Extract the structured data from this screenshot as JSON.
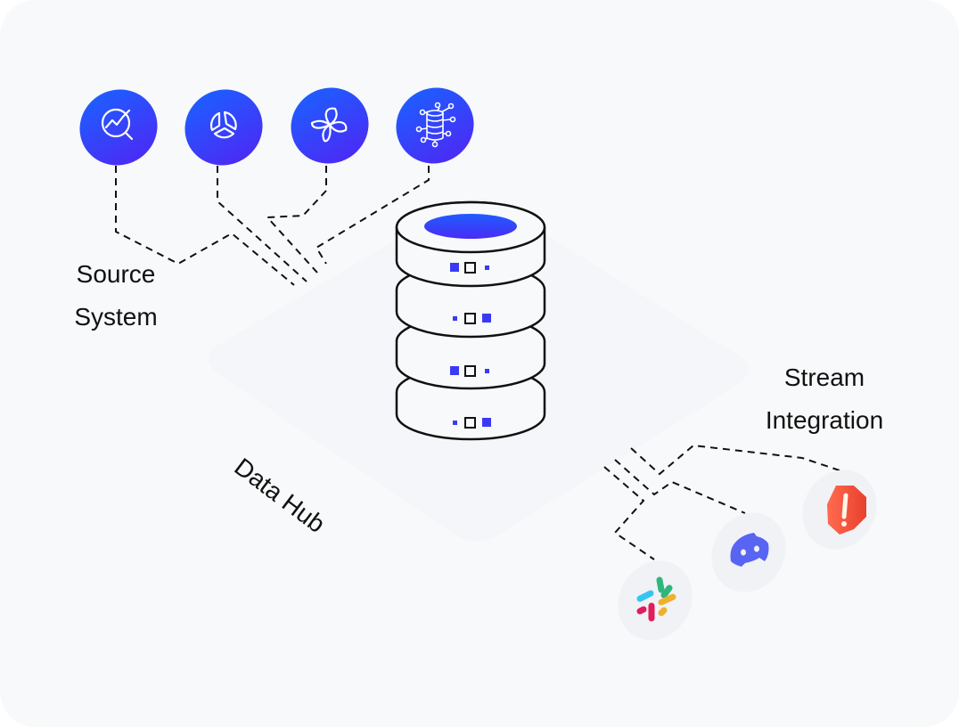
{
  "labels": {
    "source_system": [
      "Source",
      "System"
    ],
    "stream_integration": [
      "Stream",
      "Integration"
    ],
    "data_hub": "Data Hub"
  },
  "source_icons": [
    {
      "name": "analytics-search-icon"
    },
    {
      "name": "pie-chart-icon"
    },
    {
      "name": "fan-icon"
    },
    {
      "name": "database-network-icon"
    }
  ],
  "stream_icons": [
    {
      "name": "slack-icon"
    },
    {
      "name": "discord-icon"
    },
    {
      "name": "alert-icon"
    }
  ],
  "colors": {
    "accent_top": "#1f5cff",
    "accent_bottom": "#4a2cf5",
    "background": "#f8f9fa",
    "discord": "#5865f2",
    "alert": "#f04a35",
    "slack_blue": "#36c5f0",
    "slack_green": "#2eb67d",
    "slack_yellow": "#ecb22e",
    "slack_red": "#e01e5a"
  }
}
